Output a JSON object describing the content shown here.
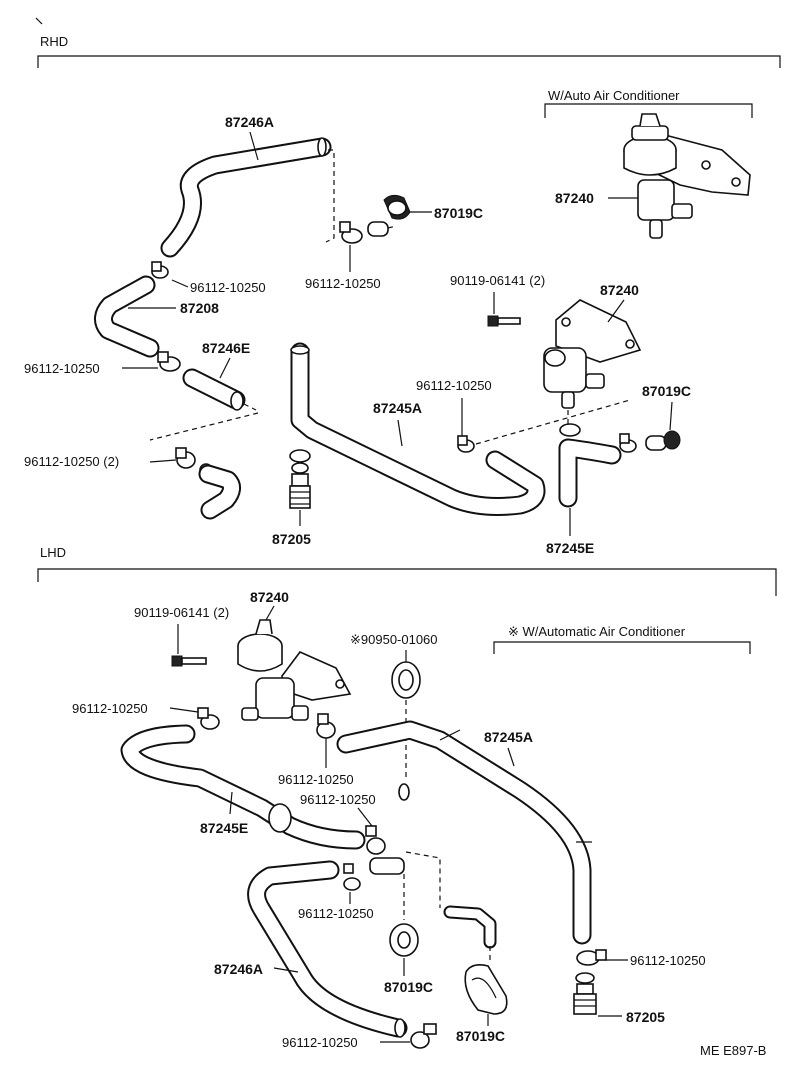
{
  "sections": {
    "rhd": "RHD",
    "lhd": "LHD",
    "rhd_option": "W/Auto Air Conditioner",
    "lhd_option": "※ W/Automatic Air Conditioner"
  },
  "rhd_labels": {
    "hose_87246A": "87246A",
    "clamp_a": "96112-10250",
    "clamp_b": "96112-10250",
    "gasket_87019C": "87019C",
    "vsv_87240_top": "87240",
    "hose_87208": "87208",
    "bolt": "90119-06141 (2)",
    "vsv_87240": "87240",
    "clamp_c": "96112-10250",
    "hose_87246E": "87246E",
    "clamp_d": "96112-10250",
    "hose_87245A": "87245A",
    "gasket_87019C_b": "87019C",
    "clamp_e": "96112-10250 (2)",
    "valve_87205": "87205",
    "hose_87245E": "87245E"
  },
  "lhd_labels": {
    "vsv_87240": "87240",
    "bolt": "90119-06141 (2)",
    "grommet": "※90950-01060",
    "clamp_a": "96112-10250",
    "hose_87245A": "87245A",
    "clamp_b": "96112-10250",
    "clamp_c": "96112-10250",
    "hose_87245E": "87245E",
    "clamp_d": "96112-10250",
    "clamp_e": "96112-10250",
    "hose_87246A": "87246A",
    "gasket_87019C": "87019C",
    "valve_87205": "87205",
    "gasket_87019C_b": "87019C",
    "clamp_f": "96112-10250"
  },
  "footer_code": "ME E897-B"
}
